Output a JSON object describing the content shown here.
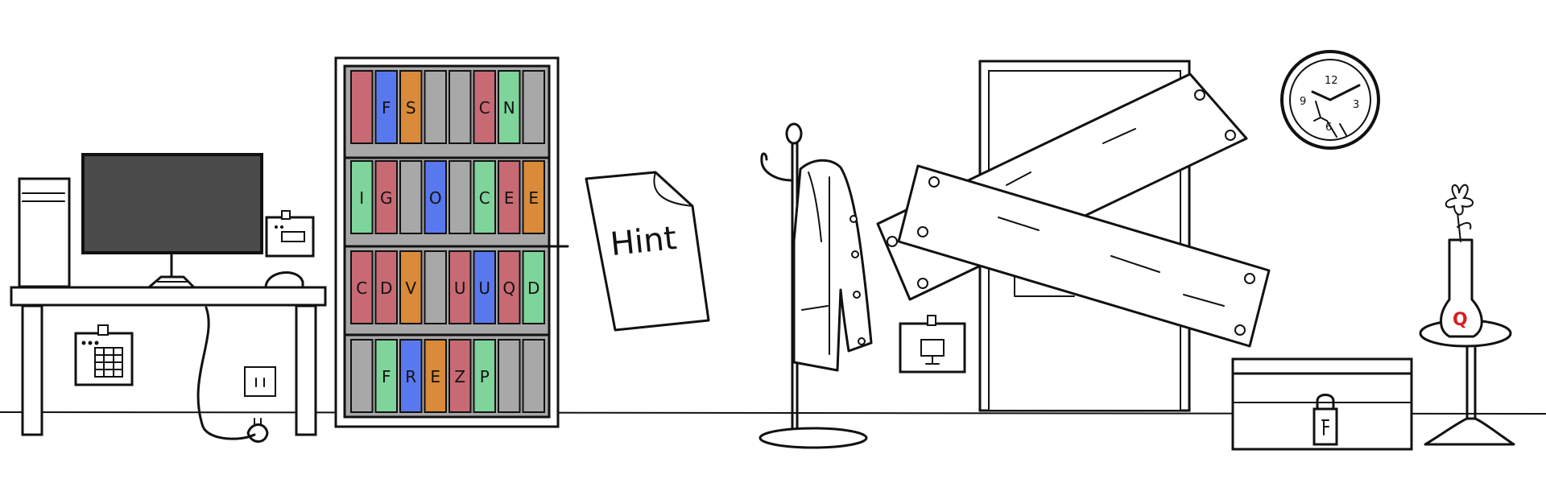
{
  "scene": {
    "hint_note": {
      "text": "Hint"
    },
    "clock": {
      "numbers": [
        "12",
        "3",
        "9",
        "6"
      ]
    },
    "vase_tag": {
      "text": "Q"
    },
    "bookshelf": {
      "rows": [
        [
          {
            "color": "#c86a74",
            "letter": ""
          },
          {
            "color": "#5a78ee",
            "letter": "F"
          },
          {
            "color": "#d98a3a",
            "letter": "S"
          },
          {
            "color": "#a8a8a8",
            "letter": ""
          },
          {
            "color": "#a8a8a8",
            "letter": ""
          },
          {
            "color": "#c86a74",
            "letter": "C"
          },
          {
            "color": "#7ed49a",
            "letter": "N"
          },
          {
            "color": "#a8a8a8",
            "letter": ""
          }
        ],
        [
          {
            "color": "#7ed49a",
            "letter": "I"
          },
          {
            "color": "#c86a74",
            "letter": "G"
          },
          {
            "color": "#a8a8a8",
            "letter": ""
          },
          {
            "color": "#5a78ee",
            "letter": "O"
          },
          {
            "color": "#a8a8a8",
            "letter": ""
          },
          {
            "color": "#7ed49a",
            "letter": "C"
          },
          {
            "color": "#c86a74",
            "letter": "E"
          },
          {
            "color": "#d98a3a",
            "letter": "E"
          }
        ],
        [
          {
            "color": "#c86a74",
            "letter": "C"
          },
          {
            "color": "#c86a74",
            "letter": "D"
          },
          {
            "color": "#d98a3a",
            "letter": "V"
          },
          {
            "color": "#a8a8a8",
            "letter": ""
          },
          {
            "color": "#c86a74",
            "letter": "U"
          },
          {
            "color": "#5a78ee",
            "letter": "U"
          },
          {
            "color": "#c86a74",
            "letter": "Q"
          },
          {
            "color": "#7ed49a",
            "letter": "D"
          }
        ],
        [
          {
            "color": "#a8a8a8",
            "letter": ""
          },
          {
            "color": "#7ed49a",
            "letter": "F"
          },
          {
            "color": "#5a78ee",
            "letter": "R"
          },
          {
            "color": "#d98a3a",
            "letter": "E"
          },
          {
            "color": "#c86a74",
            "letter": "Z"
          },
          {
            "color": "#7ed49a",
            "letter": "P"
          },
          {
            "color": "#a8a8a8",
            "letter": ""
          },
          {
            "color": "#a8a8a8",
            "letter": ""
          }
        ]
      ]
    }
  }
}
